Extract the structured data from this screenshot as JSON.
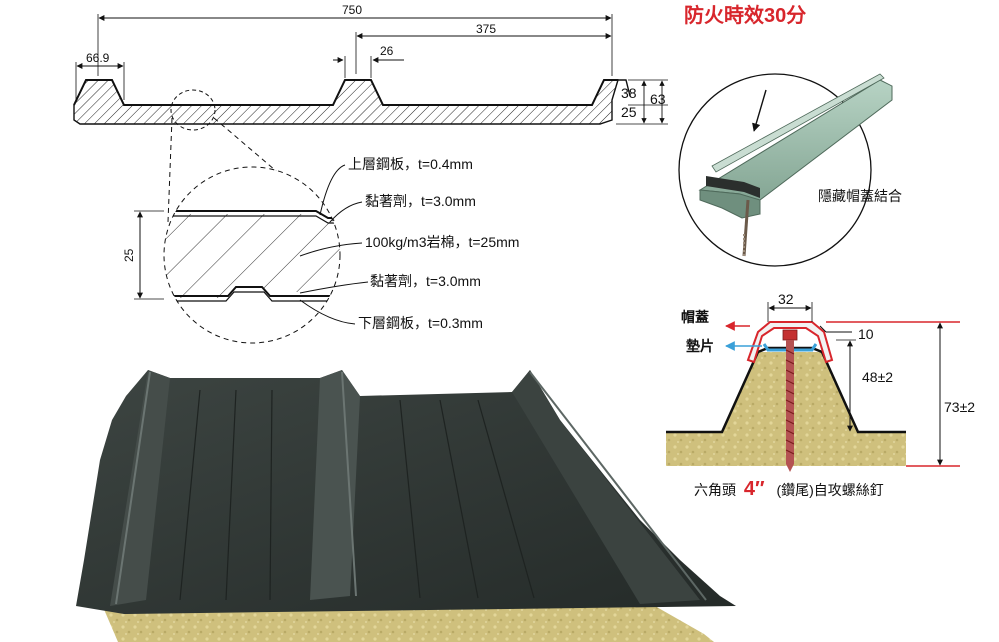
{
  "title": "防火時效30分",
  "colors": {
    "title": "#d8262c",
    "red_accent": "#d8262c",
    "blue_accent": "#3aa0d8",
    "panel_dark": "#2e3432",
    "foam": "#d9c98a",
    "cap_green": "#9fbfae"
  },
  "profile_dimensions": {
    "total_width": "750",
    "half_width": "375",
    "rib_base": "66.9",
    "rib_top": "26",
    "rib_rise": "38",
    "core": "25",
    "total_height": "63"
  },
  "section_detail": {
    "height": "25",
    "layers": [
      "上層鋼板，t=0.4mm",
      "黏著劑，t=3.0mm",
      "100kg/m3岩棉，t=25mm",
      "黏著劑，t=3.0mm",
      "下層鋼板，t=0.3mm"
    ]
  },
  "cap_label": "隱藏帽蓋結合",
  "fastening_detail": {
    "cap": "帽蓋",
    "washer": "墊片",
    "width": "32",
    "offset": "10",
    "rib_height": "48±2",
    "total_height": "73±2",
    "screw_prefix": "六角頭",
    "screw_size": "4″",
    "screw_suffix": "(鑽尾)自攻螺絲釘"
  }
}
